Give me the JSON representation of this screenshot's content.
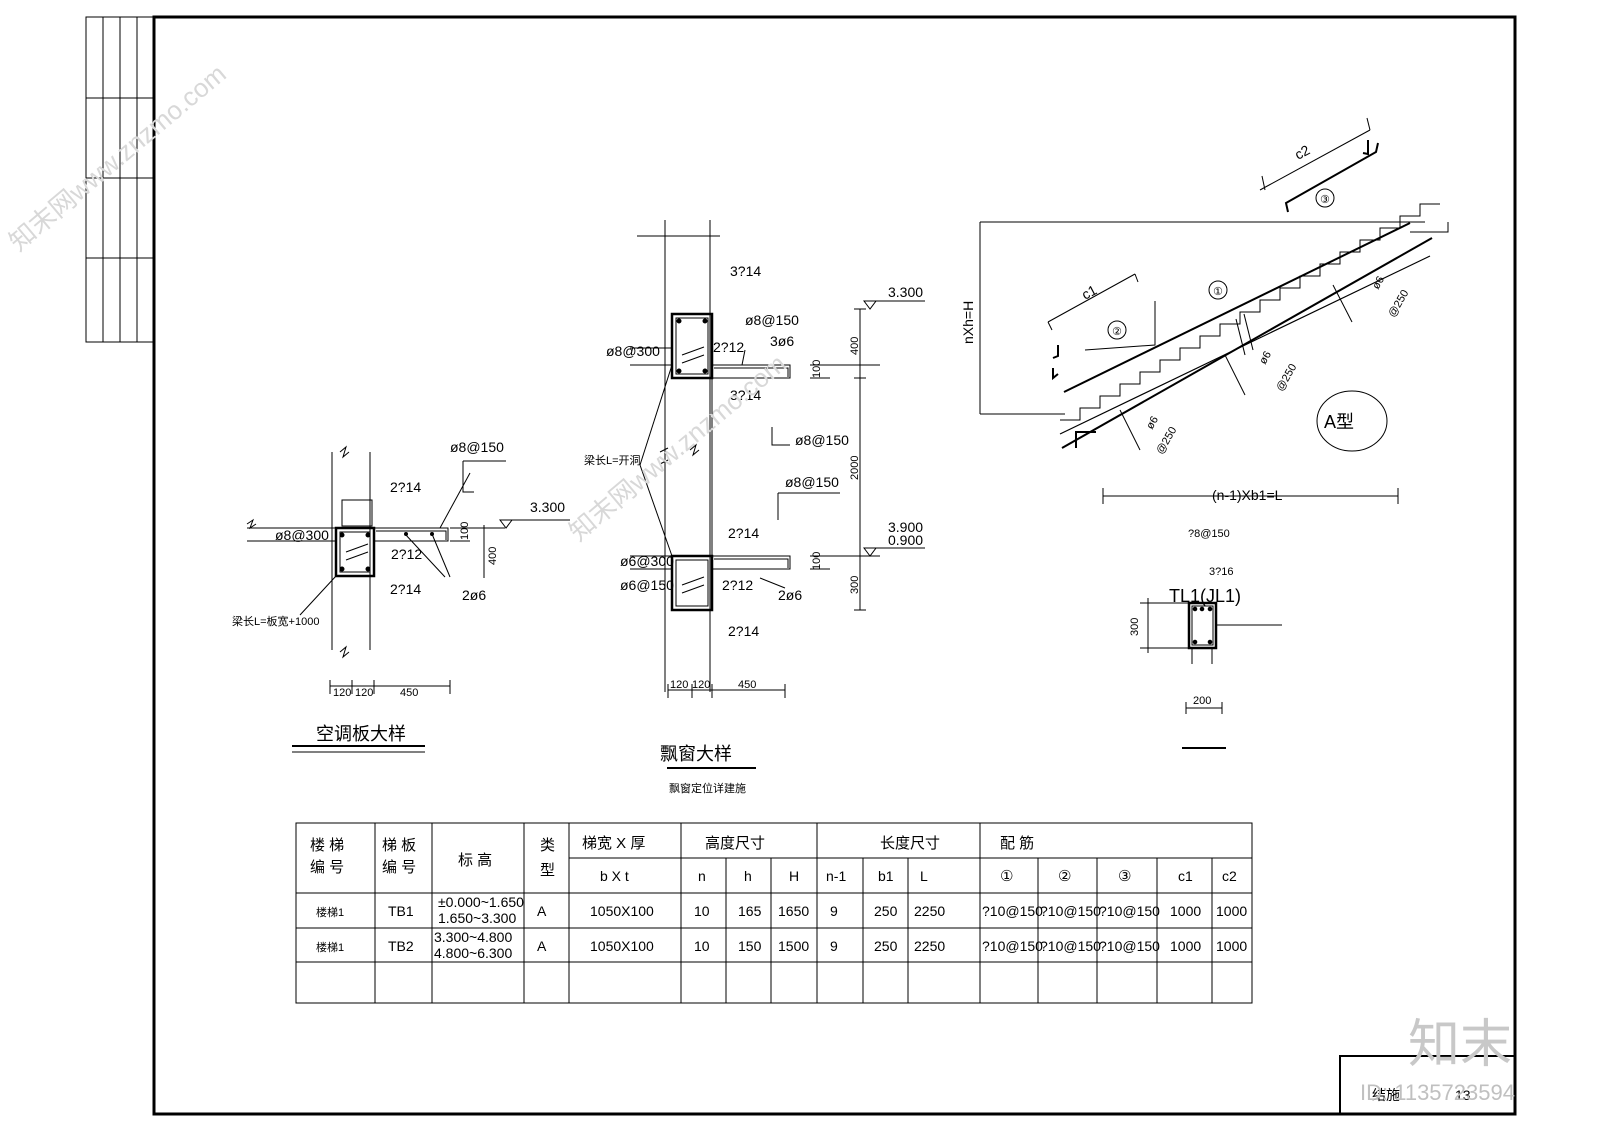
{
  "details": {
    "ac": {
      "title": "空调板大样",
      "ann_rebar_top": "ø8@150",
      "ann_2_14_top": "2?14",
      "ann_ring": "ø8@300",
      "ann_2_12": "2?12",
      "ann_2_14_bot": "2?14",
      "ann_2_6": "2ø6",
      "ann_elev": "3.300",
      "ann_100": "100",
      "ann_400": "400",
      "ann_beam": "梁长L=板宽+1000",
      "dim_120a": "120",
      "dim_120b": "120",
      "dim_450": "450"
    },
    "bay": {
      "title": "飘窗大样",
      "subtitle": "飘窗定位详建施",
      "ann_3_14a": "3?14",
      "ann_8_150a": "ø8@150",
      "ann_8_300": "ø8@300",
      "ann_2_12a": "2?12",
      "ann_3_6": "3ø6",
      "ann_3_14b": "3?14",
      "ann_8_150b": "ø8@150",
      "ann_8_150c": "ø8@150",
      "ann_beam": "梁长L=开洞",
      "ann_2_14a": "2?14",
      "ann_6_300": "ø6@300",
      "ann_6_150": "ø6@150",
      "ann_2_12b": "2?12",
      "ann_2_6": "2ø6",
      "ann_2_14b": "2?14",
      "elev_top": "3.300",
      "elev_mid1": "3.900",
      "elev_mid2": "0.900",
      "dim_400": "400",
      "dim_100a": "100",
      "dim_2000": "2000",
      "dim_100b": "100",
      "dim_300": "300",
      "dim_120a": "120",
      "dim_120b": "120",
      "dim_450": "450"
    },
    "stair": {
      "type_label": "A型",
      "nxh": "nXh=H",
      "c1": "c1",
      "c2": "c2",
      "b1": "①",
      "b2": "②",
      "b3": "③",
      "phi6a": "ø6",
      "at250a": "@250",
      "phi6b": "ø6",
      "at250b": "@250",
      "phi6c": "ø6",
      "at250c": "@250",
      "length": "(n-1)Xb1=L"
    },
    "tl": {
      "label": "TL1(JL1)",
      "top_rebar": "?8@150",
      "side_rebar": "3?16",
      "dim_300": "300",
      "dim_200": "200"
    }
  },
  "table": {
    "headers": {
      "stair_no": "楼 梯\n编 号",
      "slab_no": "梯 板\n编 号",
      "elev": "标 高",
      "type": "类\n型",
      "bxt_title": "梯宽 X 厚",
      "height_title": "高度尺寸",
      "length_title": "长度尺寸",
      "rebar_title": "配      筋",
      "bxt": "b X t",
      "n": "n",
      "h": "h",
      "H": "H",
      "n1": "n-1",
      "b1": "b1",
      "L": "L",
      "r1": "①",
      "r2": "②",
      "r3": "③",
      "c1": "c1",
      "c2": "c2"
    },
    "rows": [
      {
        "stair": "楼梯1",
        "slab": "TB1",
        "elev1": "±0.000~1.650",
        "elev2": "1.650~3.300",
        "type": "A",
        "bxt": "1050X100",
        "n": "10",
        "h": "165",
        "H": "1650",
        "n1": "9",
        "b1": "250",
        "L": "2250",
        "r1": "?10@150",
        "r2": "?10@150",
        "r3": "?10@150",
        "c1": "1000",
        "c2": "1000"
      },
      {
        "stair": "楼梯1",
        "slab": "TB2",
        "elev1": "3.300~4.800",
        "elev2": "4.800~6.300",
        "type": "A",
        "bxt": "1050X100",
        "n": "10",
        "h": "150",
        "H": "1500",
        "n1": "9",
        "b1": "250",
        "L": "2250",
        "r1": "?10@150",
        "r2": "?10@150",
        "r3": "?10@150",
        "c1": "1000",
        "c2": "1000"
      }
    ]
  },
  "titleblock": {
    "label": "结施",
    "num": "13"
  },
  "watermark": {
    "brand": "知末",
    "id": "ID: 1135723594",
    "site": "知末网www.znzmo.com"
  }
}
